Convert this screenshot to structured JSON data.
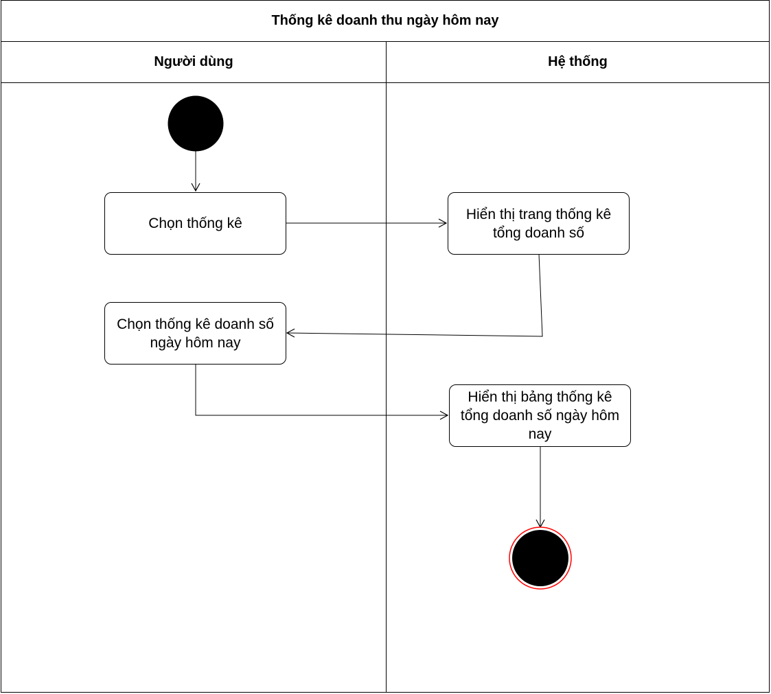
{
  "diagram": {
    "title": "Thống kê doanh thu ngày hôm nay",
    "lanes": {
      "user": "Người dùng",
      "system": "Hệ thống"
    },
    "nodes": {
      "choose_stats": "Chọn thống kê",
      "show_stats_page": "Hiển thị trang thống kê tổng doanh số",
      "choose_today_sales": "Chọn thống kê doanh số ngày hôm nay",
      "show_today_table": "Hiển thị bảng thống kê tổng doanh số ngày hôm nay"
    },
    "colors": {
      "stroke": "#000000",
      "fill": "#000000",
      "end_ring": "#ff0000"
    }
  }
}
